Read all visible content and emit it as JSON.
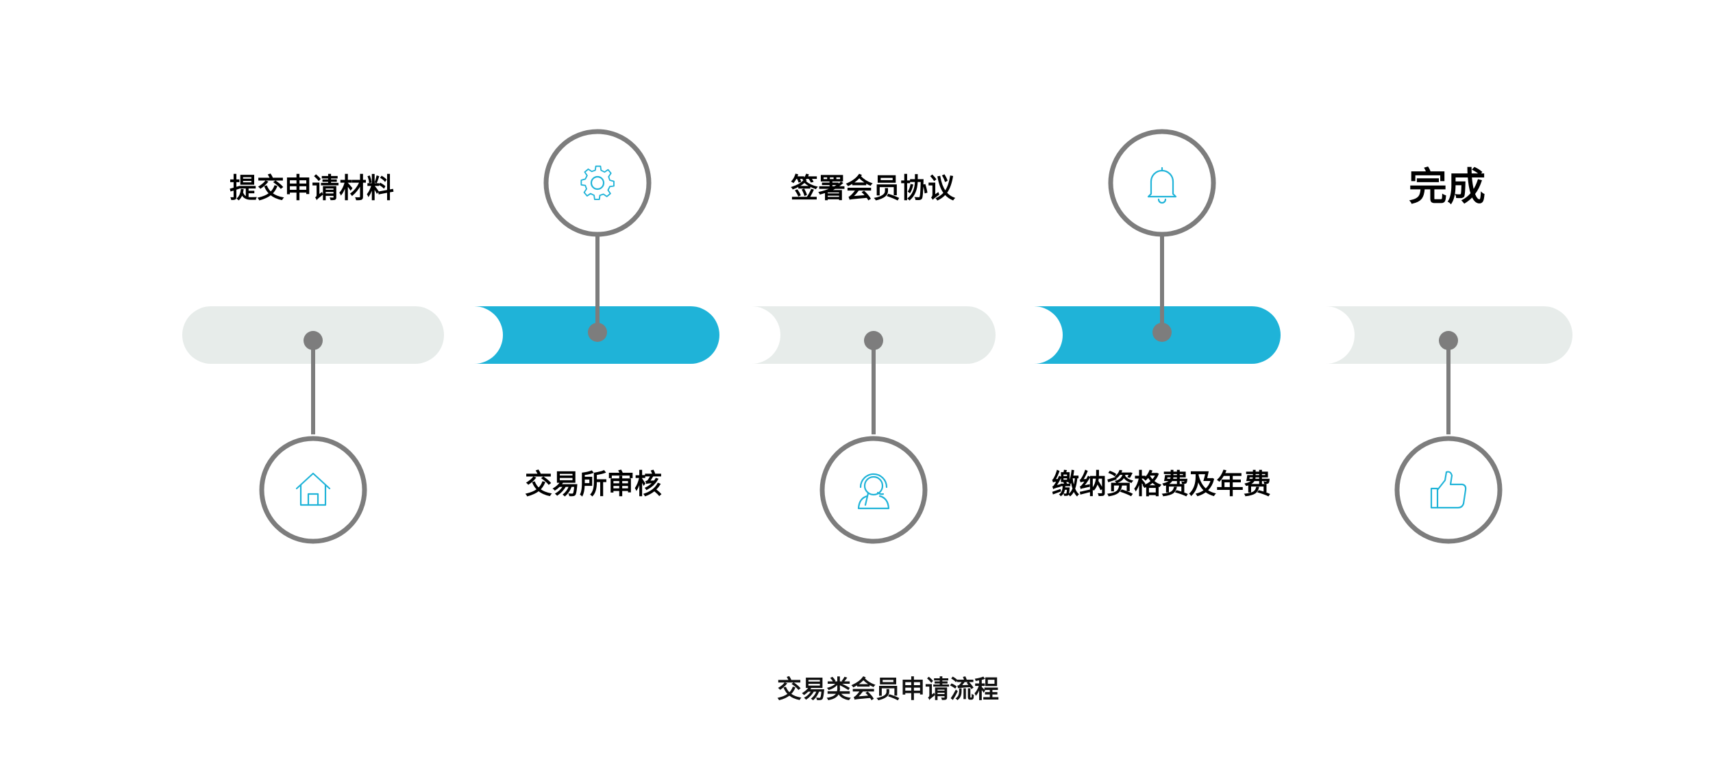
{
  "diagram": {
    "steps": [
      {
        "label": "提交申请材料",
        "icon": "home-icon",
        "highlighted": false,
        "label_position": "top"
      },
      {
        "label": "交易所审核",
        "icon": "gear-icon",
        "highlighted": true,
        "label_position": "bottom"
      },
      {
        "label": "签署会员协议",
        "icon": "support-agent-icon",
        "highlighted": false,
        "label_position": "top"
      },
      {
        "label": "缴纳资格费及年费",
        "icon": "bell-icon",
        "highlighted": true,
        "label_position": "bottom"
      },
      {
        "label": "完成",
        "icon": "thumbs-up-icon",
        "highlighted": false,
        "label_position": "top"
      }
    ],
    "caption": "交易类会员申请流程"
  },
  "colors": {
    "highlight_bar": "#1fb3d8",
    "plain_bar": "#e7ecea",
    "connector": "#7d7d7d",
    "icon": "#1fb3d8",
    "background": "#ffffff"
  }
}
